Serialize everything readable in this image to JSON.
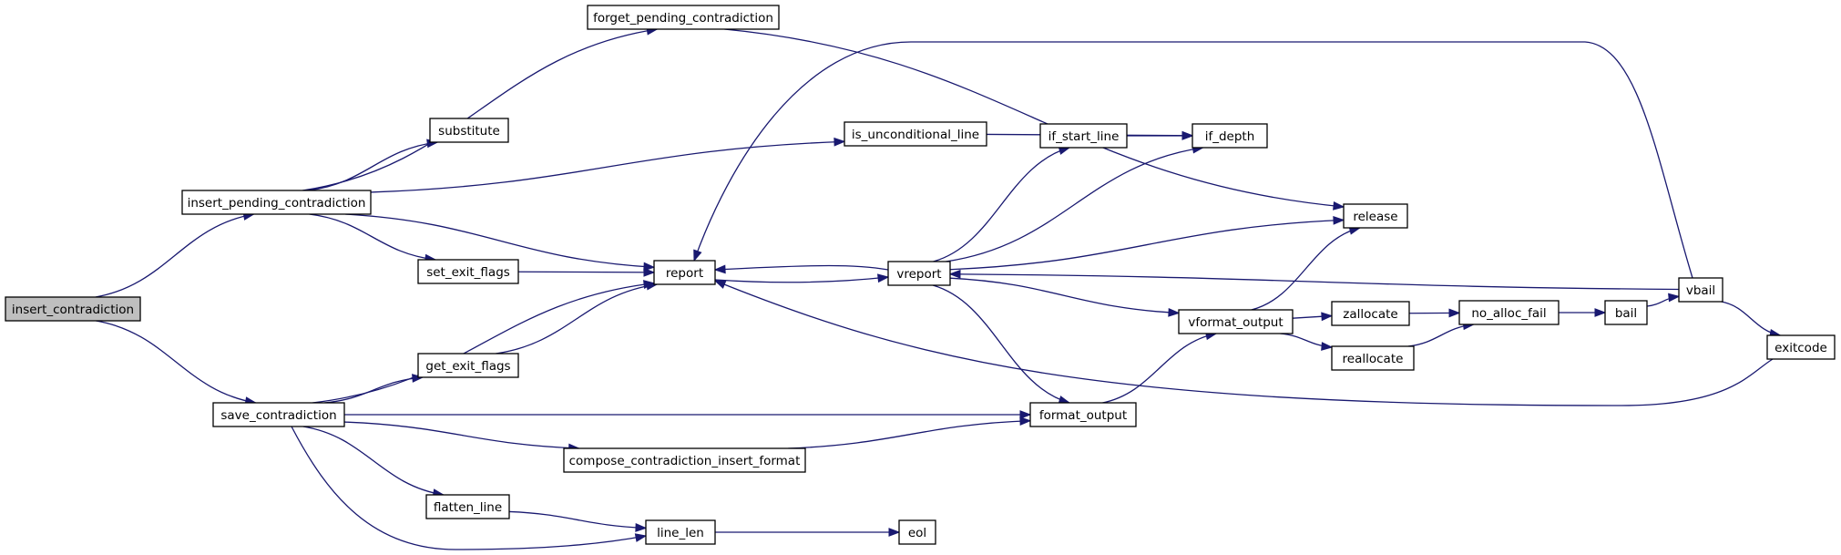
{
  "graph": {
    "colors": {
      "edge": "#191970",
      "node_border": "#000000",
      "root_fill": "#bfbfbf",
      "node_fill": "#ffffff"
    },
    "nodes": [
      {
        "id": "insert_contradiction",
        "label": "insert_contradiction",
        "root": true
      },
      {
        "id": "insert_pending_contradiction",
        "label": "insert_pending_contradiction"
      },
      {
        "id": "save_contradiction",
        "label": "save_contradiction"
      },
      {
        "id": "forget_pending_contradiction",
        "label": "forget_pending_contradiction"
      },
      {
        "id": "substitute",
        "label": "substitute"
      },
      {
        "id": "is_unconditional_line",
        "label": "is_unconditional_line"
      },
      {
        "id": "report",
        "label": "report"
      },
      {
        "id": "set_exit_flags",
        "label": "set_exit_flags"
      },
      {
        "id": "get_exit_flags",
        "label": "get_exit_flags"
      },
      {
        "id": "format_output",
        "label": "format_output"
      },
      {
        "id": "compose_contradiction_insert_format",
        "label": "compose_contradiction_insert_format"
      },
      {
        "id": "flatten_line",
        "label": "flatten_line"
      },
      {
        "id": "line_len",
        "label": "line_len"
      },
      {
        "id": "eol",
        "label": "eol"
      },
      {
        "id": "if_start_line",
        "label": "if_start_line"
      },
      {
        "id": "if_depth",
        "label": "if_depth"
      },
      {
        "id": "release",
        "label": "release"
      },
      {
        "id": "vreport",
        "label": "vreport"
      },
      {
        "id": "vformat_output",
        "label": "vformat_output"
      },
      {
        "id": "zallocate",
        "label": "zallocate"
      },
      {
        "id": "reallocate",
        "label": "reallocate"
      },
      {
        "id": "no_alloc_fail",
        "label": "no_alloc_fail"
      },
      {
        "id": "bail",
        "label": "bail"
      },
      {
        "id": "vbail",
        "label": "vbail"
      },
      {
        "id": "exitcode",
        "label": "exitcode"
      }
    ],
    "edges": [
      {
        "from": "insert_contradiction",
        "to": "insert_pending_contradiction"
      },
      {
        "from": "insert_contradiction",
        "to": "save_contradiction"
      },
      {
        "from": "insert_pending_contradiction",
        "to": "forget_pending_contradiction"
      },
      {
        "from": "insert_pending_contradiction",
        "to": "substitute"
      },
      {
        "from": "insert_pending_contradiction",
        "to": "is_unconditional_line"
      },
      {
        "from": "insert_pending_contradiction",
        "to": "set_exit_flags"
      },
      {
        "from": "insert_pending_contradiction",
        "to": "report"
      },
      {
        "from": "forget_pending_contradiction",
        "to": "release"
      },
      {
        "from": "is_unconditional_line",
        "to": "if_depth"
      },
      {
        "from": "set_exit_flags",
        "to": "report"
      },
      {
        "from": "report",
        "to": "vreport"
      },
      {
        "from": "vreport",
        "to": "report"
      },
      {
        "from": "vreport",
        "to": "if_start_line"
      },
      {
        "from": "vreport",
        "to": "if_depth"
      },
      {
        "from": "vreport",
        "to": "release"
      },
      {
        "from": "vreport",
        "to": "vformat_output"
      },
      {
        "from": "vreport",
        "to": "format_output"
      },
      {
        "from": "if_start_line",
        "to": "if_depth"
      },
      {
        "from": "vformat_output",
        "to": "release"
      },
      {
        "from": "vformat_output",
        "to": "zallocate"
      },
      {
        "from": "vformat_output",
        "to": "reallocate"
      },
      {
        "from": "zallocate",
        "to": "no_alloc_fail"
      },
      {
        "from": "reallocate",
        "to": "no_alloc_fail"
      },
      {
        "from": "no_alloc_fail",
        "to": "bail"
      },
      {
        "from": "bail",
        "to": "vbail"
      },
      {
        "from": "vbail",
        "to": "report"
      },
      {
        "from": "vbail",
        "to": "vreport"
      },
      {
        "from": "vbail",
        "to": "exitcode"
      },
      {
        "from": "exitcode",
        "to": "report"
      },
      {
        "from": "format_output",
        "to": "vformat_output"
      },
      {
        "from": "save_contradiction",
        "to": "report"
      },
      {
        "from": "save_contradiction",
        "to": "get_exit_flags"
      },
      {
        "from": "save_contradiction",
        "to": "format_output"
      },
      {
        "from": "save_contradiction",
        "to": "compose_contradiction_insert_format"
      },
      {
        "from": "save_contradiction",
        "to": "flatten_line"
      },
      {
        "from": "save_contradiction",
        "to": "line_len"
      },
      {
        "from": "get_exit_flags",
        "to": "report"
      },
      {
        "from": "compose_contradiction_insert_format",
        "to": "format_output"
      },
      {
        "from": "flatten_line",
        "to": "line_len"
      },
      {
        "from": "line_len",
        "to": "eol"
      }
    ]
  }
}
